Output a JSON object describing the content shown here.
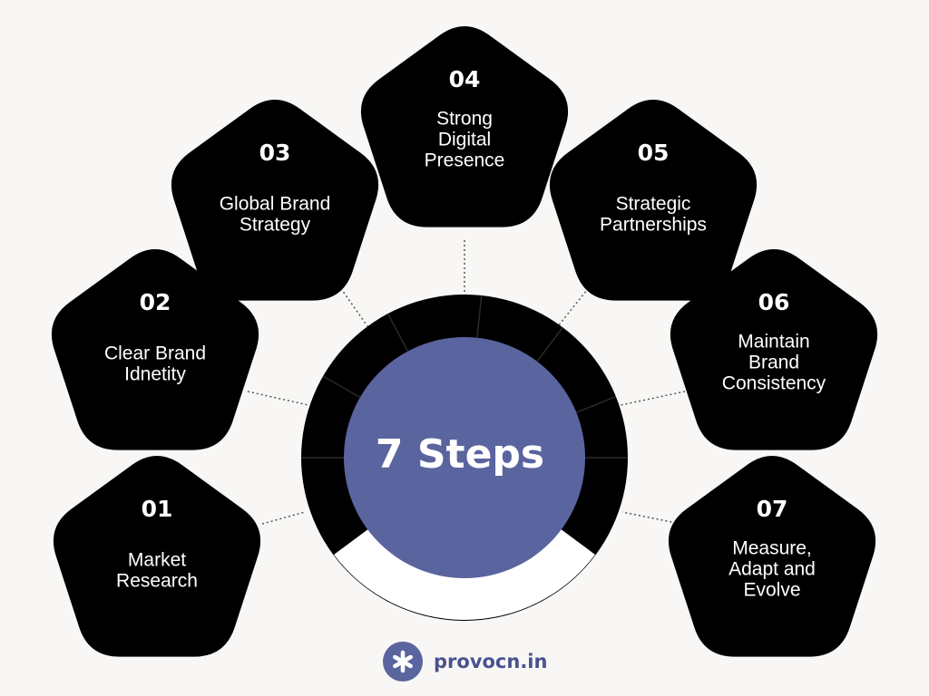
{
  "center": {
    "title": "7 Steps"
  },
  "colors": {
    "node_fill": "#000000",
    "center_fill": "#5a649f",
    "ring_gap": "#ffffff",
    "background": "#f8f7f5",
    "brand": "#4b5190"
  },
  "steps": [
    {
      "number": "01",
      "lines": [
        "Market",
        "Research"
      ]
    },
    {
      "number": "02",
      "lines": [
        "Clear Brand",
        "Idnetity"
      ]
    },
    {
      "number": "03",
      "lines": [
        "Global Brand",
        "Strategy"
      ]
    },
    {
      "number": "04",
      "lines": [
        "Strong",
        "Digital",
        "Presence"
      ]
    },
    {
      "number": "05",
      "lines": [
        "Strategic",
        "Partnerships"
      ]
    },
    {
      "number": "06",
      "lines": [
        "Maintain",
        "Brand",
        "Consistency"
      ]
    },
    {
      "number": "07",
      "lines": [
        "Measure,",
        "Adapt and",
        "Evolve"
      ]
    }
  ],
  "brand": {
    "text": "provocn.in",
    "icon": "asterisk-icon"
  }
}
